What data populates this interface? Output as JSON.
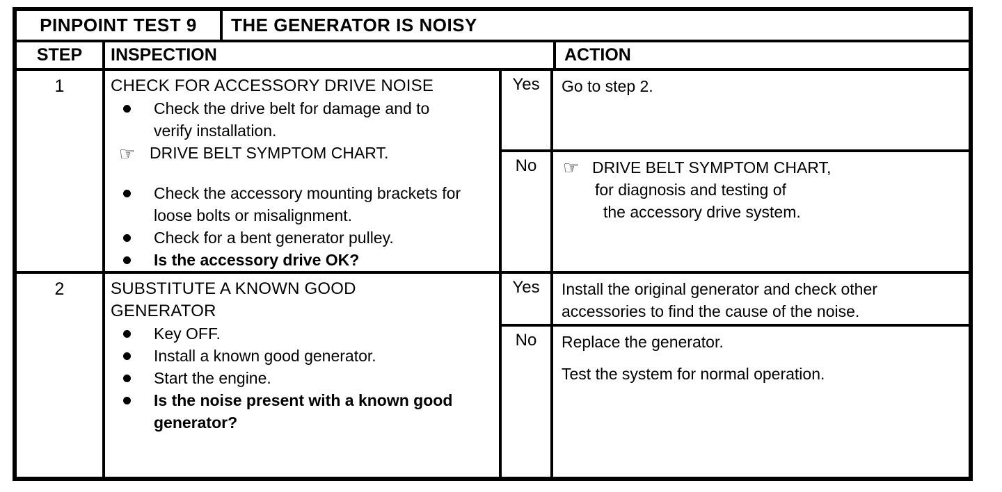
{
  "title": {
    "left": "PINPOINT TEST 9",
    "right": "THE GENERATOR IS NOISY"
  },
  "headers": {
    "step": "STEP",
    "inspection": "INSPECTION",
    "action": "ACTION"
  },
  "icons": {
    "pointer": "☞",
    "pointer_name": "pointing-hand-reference"
  },
  "colors": {
    "ink": "#000000",
    "paper": "#ffffff"
  },
  "steps": [
    {
      "number": "1",
      "inspection": {
        "heading": "CHECK FOR ACCESSORY DRIVE NOISE",
        "items": [
          {
            "type": "bullet",
            "text": "Check the drive belt for damage and to verify installation."
          },
          {
            "type": "pointer",
            "text": "DRIVE BELT SYMPTOM CHART."
          },
          {
            "type": "bullet",
            "text": "Check the accessory mounting brackets for loose bolts or misalignment."
          },
          {
            "type": "bullet",
            "text": "Check for a bent generator pulley."
          },
          {
            "type": "bullet-bold",
            "text": "Is the accessory drive OK?"
          }
        ]
      },
      "yes": {
        "label": "Yes",
        "action": "Go to step 2."
      },
      "no": {
        "label": "No",
        "reference": {
          "line1": "DRIVE BELT SYMPTOM CHART,",
          "line2": "for diagnosis and testing of",
          "line3": "the accessory drive system."
        }
      }
    },
    {
      "number": "2",
      "inspection": {
        "heading_line1": "SUBSTITUTE A KNOWN GOOD",
        "heading_line2": "GENERATOR",
        "items": [
          {
            "type": "bullet",
            "text": "Key OFF."
          },
          {
            "type": "bullet",
            "text": "Install a known good generator."
          },
          {
            "type": "bullet",
            "text": "Start the engine."
          },
          {
            "type": "bullet-bold",
            "text": "Is the noise present with a known good generator?"
          }
        ]
      },
      "yes": {
        "label": "Yes",
        "action": "Install the original generator and check other accessories to find the cause of the noise."
      },
      "no": {
        "label": "No",
        "action_line1": "Replace the generator.",
        "action_line2": "Test the system for normal operation."
      }
    }
  ]
}
